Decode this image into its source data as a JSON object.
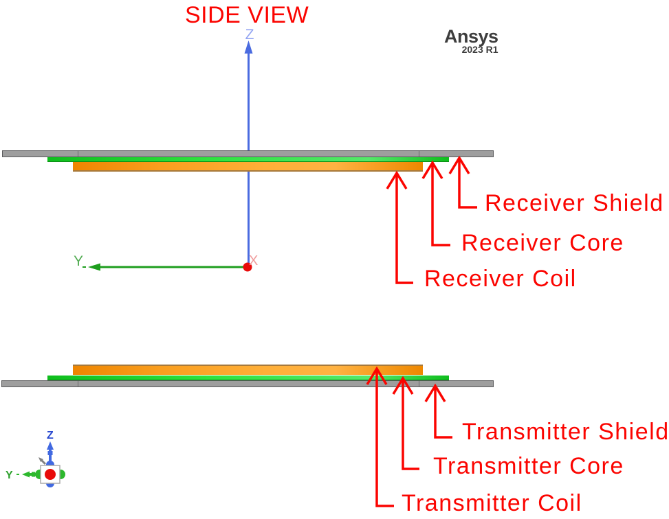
{
  "title": "SIDE VIEW",
  "logo": {
    "brand": "Ansys",
    "version": "2023 R1"
  },
  "axes": {
    "main": {
      "z_label": "Z",
      "y_label": "Y",
      "x_label": "X"
    },
    "triad": {
      "z_label": "Z",
      "y_label": "Y"
    }
  },
  "annotations": {
    "receiver": [
      {
        "id": "receiver-shield",
        "label": "Receiver Shield"
      },
      {
        "id": "receiver-core",
        "label": "Receiver Core"
      },
      {
        "id": "receiver-coil",
        "label": "Receiver Coil"
      }
    ],
    "transmitter": [
      {
        "id": "transmitter-shield",
        "label": "Transmitter Shield"
      },
      {
        "id": "transmitter-core",
        "label": "Transmitter Core"
      },
      {
        "id": "transmitter-coil",
        "label": "Transmitter Coil"
      }
    ]
  },
  "colors": {
    "red": "#fb0400",
    "logo-gray": "#3d3d3d",
    "blue-axis": "#4a6be0",
    "blue-label": "#93a4f2",
    "green-axis": "#1e9e1e",
    "green-label": "#55ad55",
    "origin-red": "#e80a0a",
    "x-label-pink": "#f09c9c",
    "gray-shield": "#9e9e9e",
    "gray-border": "#59595b",
    "core-mid": "#2fe33f",
    "coil-mid": "#fa9e1e",
    "coil-border": "#a6793c",
    "triad-blue": "#4169e1",
    "triad-green": "#2db82d"
  }
}
